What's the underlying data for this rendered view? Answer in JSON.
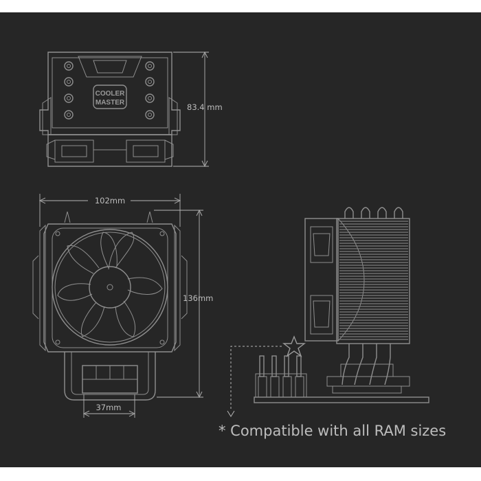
{
  "brand_logo": {
    "line1": "COOLER",
    "line2": "MASTER"
  },
  "dimensions": {
    "height": "83.4 mm",
    "width": "102mm",
    "depth": "136mm",
    "base": "37mm"
  },
  "note": "* Compatible with all RAM sizes",
  "colors": {
    "background": "#262626",
    "line": "#8f8f8f",
    "text": "#bdbdbd",
    "frame": "#ffffff"
  }
}
